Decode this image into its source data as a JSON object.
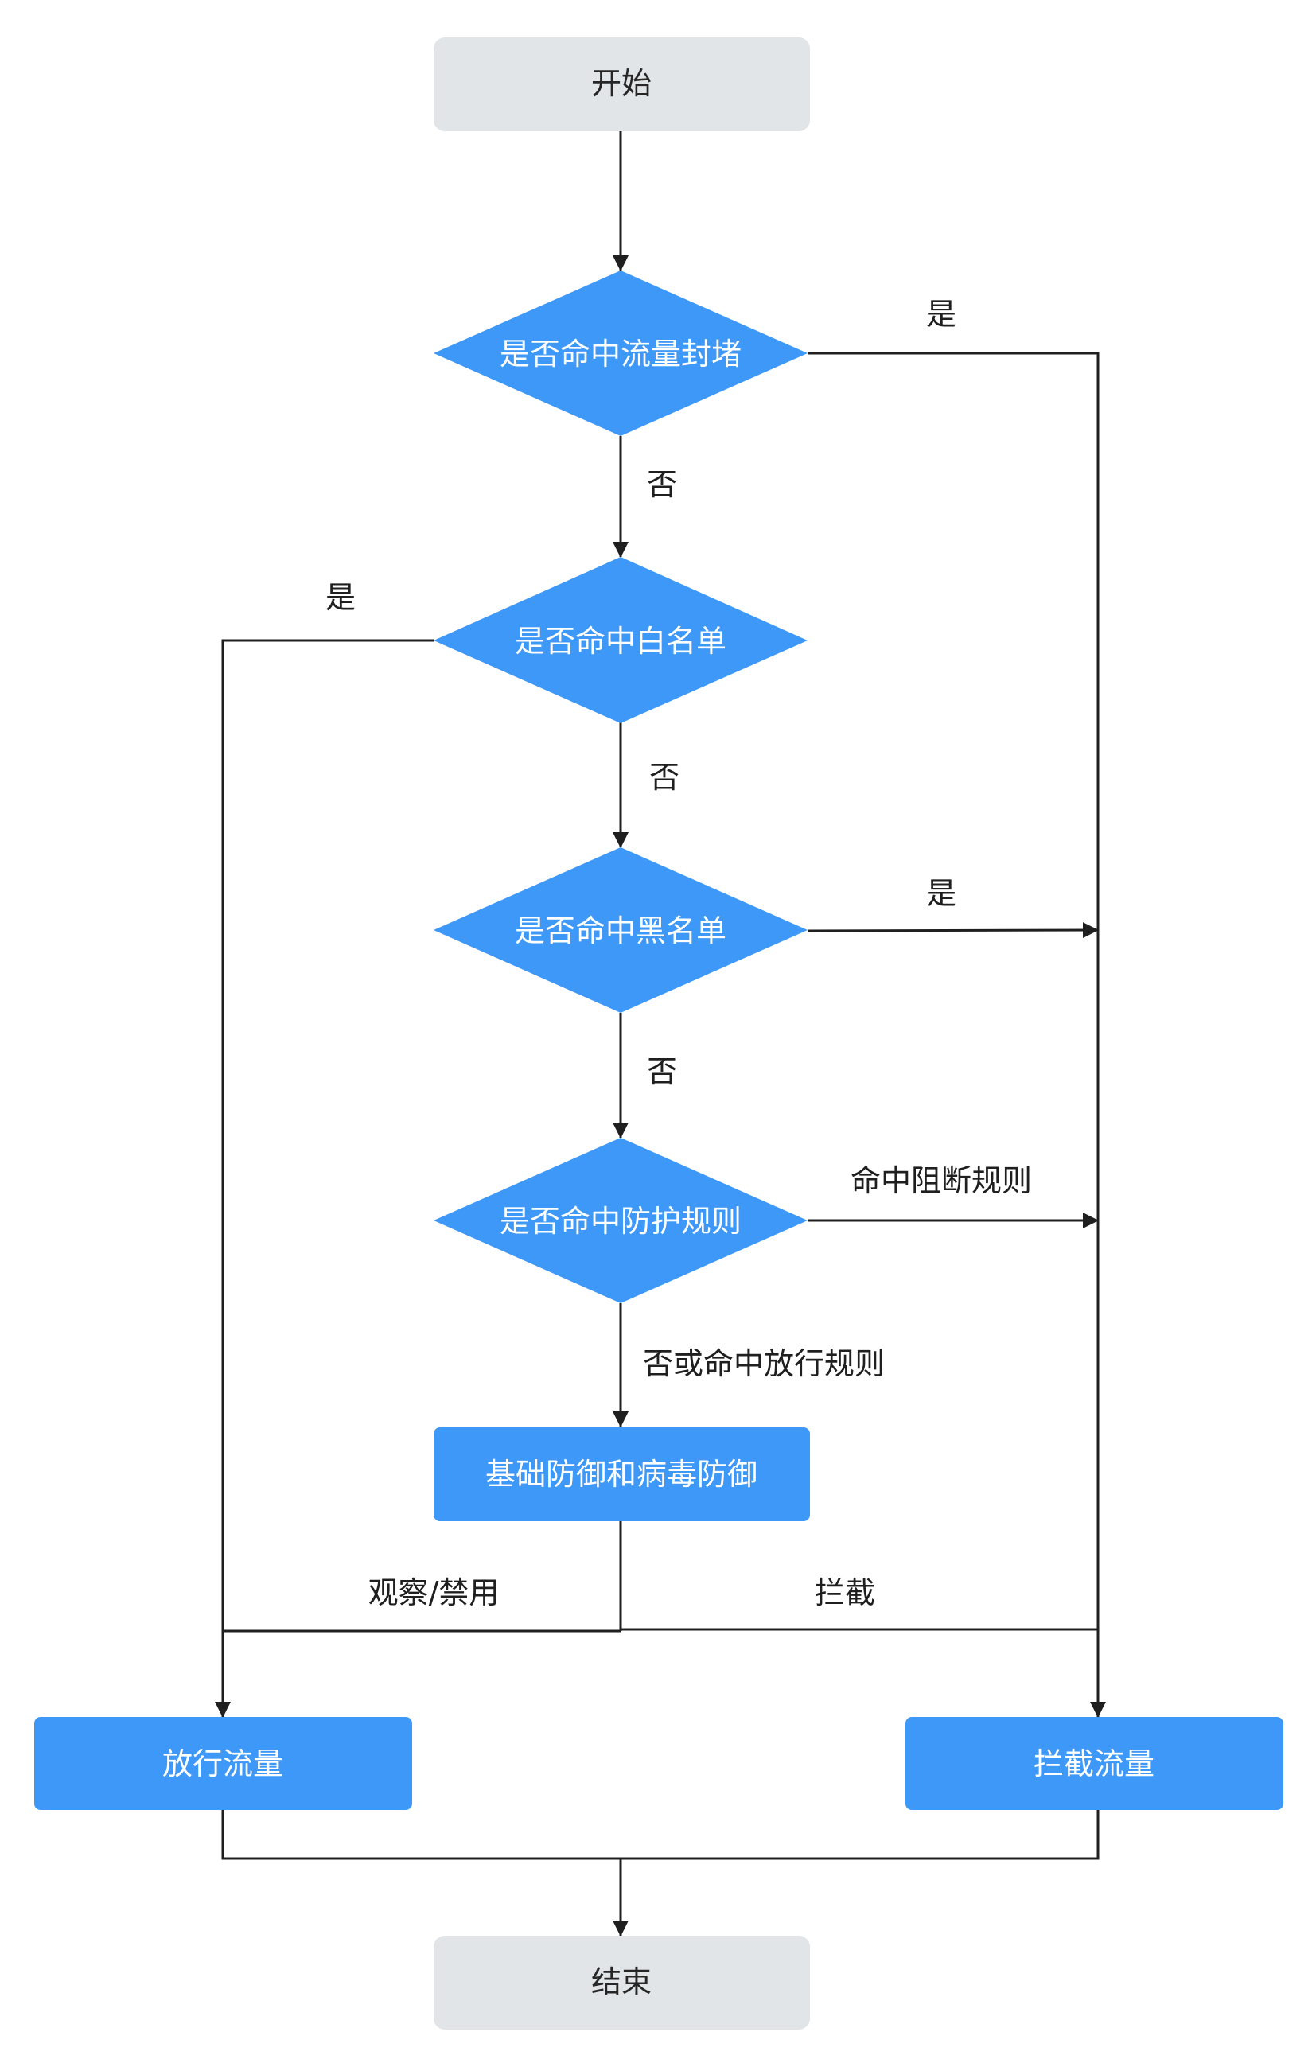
{
  "nodes": {
    "start": "开始",
    "traffic_block_check": "是否命中流量封堵",
    "whitelist_check": "是否命中白名单",
    "blacklist_check": "是否命中黑名单",
    "protection_rule_check": "是否命中防护规则",
    "basic_defense": "基础防御和病毒防御",
    "allow_traffic": "放行流量",
    "block_traffic": "拦截流量",
    "end": "结束"
  },
  "edge_labels": {
    "traffic_block_yes": "是",
    "traffic_block_no": "否",
    "whitelist_yes": "是",
    "whitelist_no": "否",
    "blacklist_yes": "是",
    "blacklist_no": "否",
    "protection_block": "命中阻断规则",
    "protection_pass": "否或命中放行规则",
    "defense_observe": "观察/禁用",
    "defense_intercept": "拦截"
  },
  "colors": {
    "terminal_fill": "#e2e5e7",
    "process_fill": "#3d98f7",
    "line": "#1f1f1f"
  }
}
